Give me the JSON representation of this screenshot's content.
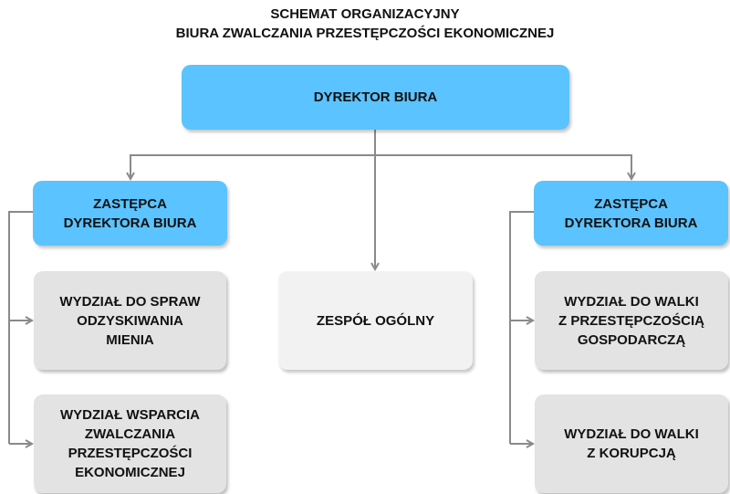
{
  "title": {
    "line1": "SCHEMAT ORGANIZACYJNY",
    "line2": "BIURA ZWALCZANIA PRZESTĘPCZOŚCI EKONOMICZNEJ"
  },
  "nodes": {
    "director": "DYREKTOR BIURA",
    "deputy_left": "ZASTĘPCA\nDYREKTORA BIURA",
    "deputy_right": "ZASTĘPCA\nDYREKTORA BIURA",
    "unit_asset_recovery": "WYDZIAŁ DO SPRAW\nODZYSKIWANIA\nMIENIA",
    "unit_support": "WYDZIAŁ WSPARCIA\nZWALCZANIA\nPRZESTĘPCZOŚCI\nEKONOMICZNEJ",
    "general_team": "ZESPÓŁ OGÓLNY",
    "unit_economic_crime": "WYDZIAŁ DO WALKI\nZ PRZESTĘPCZOŚCIĄ\nGOSPODARCZĄ",
    "unit_corruption": "WYDZIAŁ DO WALKI\nZ KORUPCJĄ"
  },
  "colors": {
    "management_box": "#5bc3ff",
    "unit_box": "#e3e3e3",
    "general_team_box": "#f2f2f2",
    "connector": "#8a8a8a"
  }
}
